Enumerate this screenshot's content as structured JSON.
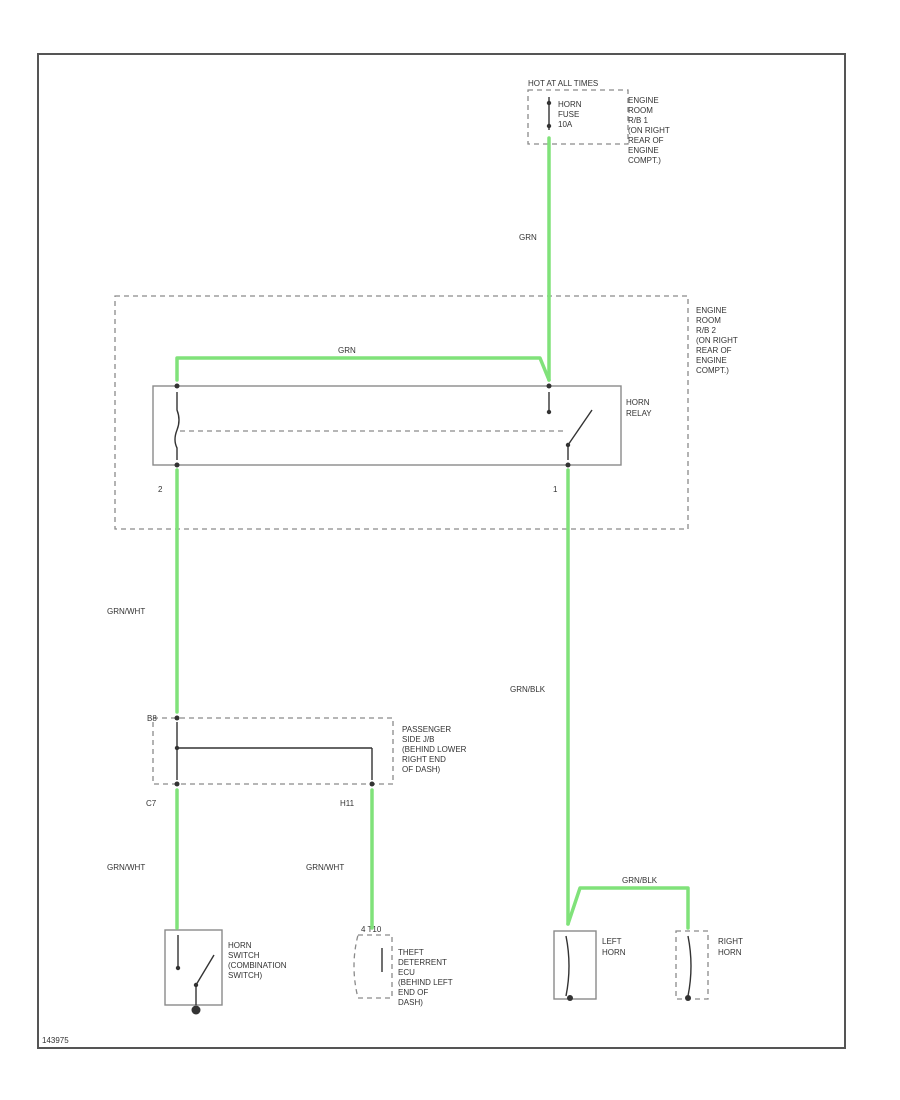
{
  "colors": {
    "wire": "#80e27a",
    "frame": "#555555",
    "dashed": "#8a8a8a",
    "text": "#333333"
  },
  "labels": {
    "hot_at_all_times": "HOT AT ALL TIMES",
    "horn_fuse": [
      "HORN",
      "FUSE",
      "10A"
    ],
    "engine_room_fb1": [
      "ENGINE",
      "ROOM",
      "R/B 1",
      "(ON RIGHT",
      "REAR OF",
      "ENGINE",
      "COMPT.)"
    ],
    "engine_room_rb2": [
      "ENGINE",
      "ROOM",
      "R/B 2",
      "(ON RIGHT",
      "REAR OF",
      "ENGINE",
      "COMPT.)"
    ],
    "horn_relay": [
      "HORN",
      "RELAY"
    ],
    "pin_2": "2",
    "pin_1": "1",
    "junction_block": [
      "PASSENGER",
      "SIDE J/B",
      "(BEHIND LOWER",
      "RIGHT END",
      "OF DASH)"
    ],
    "pin_b8": "B8",
    "pin_c7": "C7",
    "pin_h11": "H11",
    "horn_switch": [
      "HORN",
      "SWITCH",
      "(COMBINATION",
      "SWITCH)"
    ],
    "theft_ecu": [
      "THEFT",
      "DETERRENT",
      "ECU",
      "(BEHIND LEFT",
      "END OF",
      "DASH)"
    ],
    "theft_pin": "4 T10",
    "left_horn": [
      "LEFT",
      "HORN"
    ],
    "right_horn": [
      "RIGHT",
      "HORN"
    ],
    "footer_code": "143975"
  },
  "wire_labels": {
    "fuse_to_relay": "GRN",
    "relay_top": "GRN",
    "relay_to_jb": "GRN/WHT",
    "relay_to_horn": "GRN/BLK",
    "jb_to_switch": "GRN/WHT",
    "jb_to_ecu": "GRN/WHT",
    "horn_link": "GRN/BLK"
  }
}
